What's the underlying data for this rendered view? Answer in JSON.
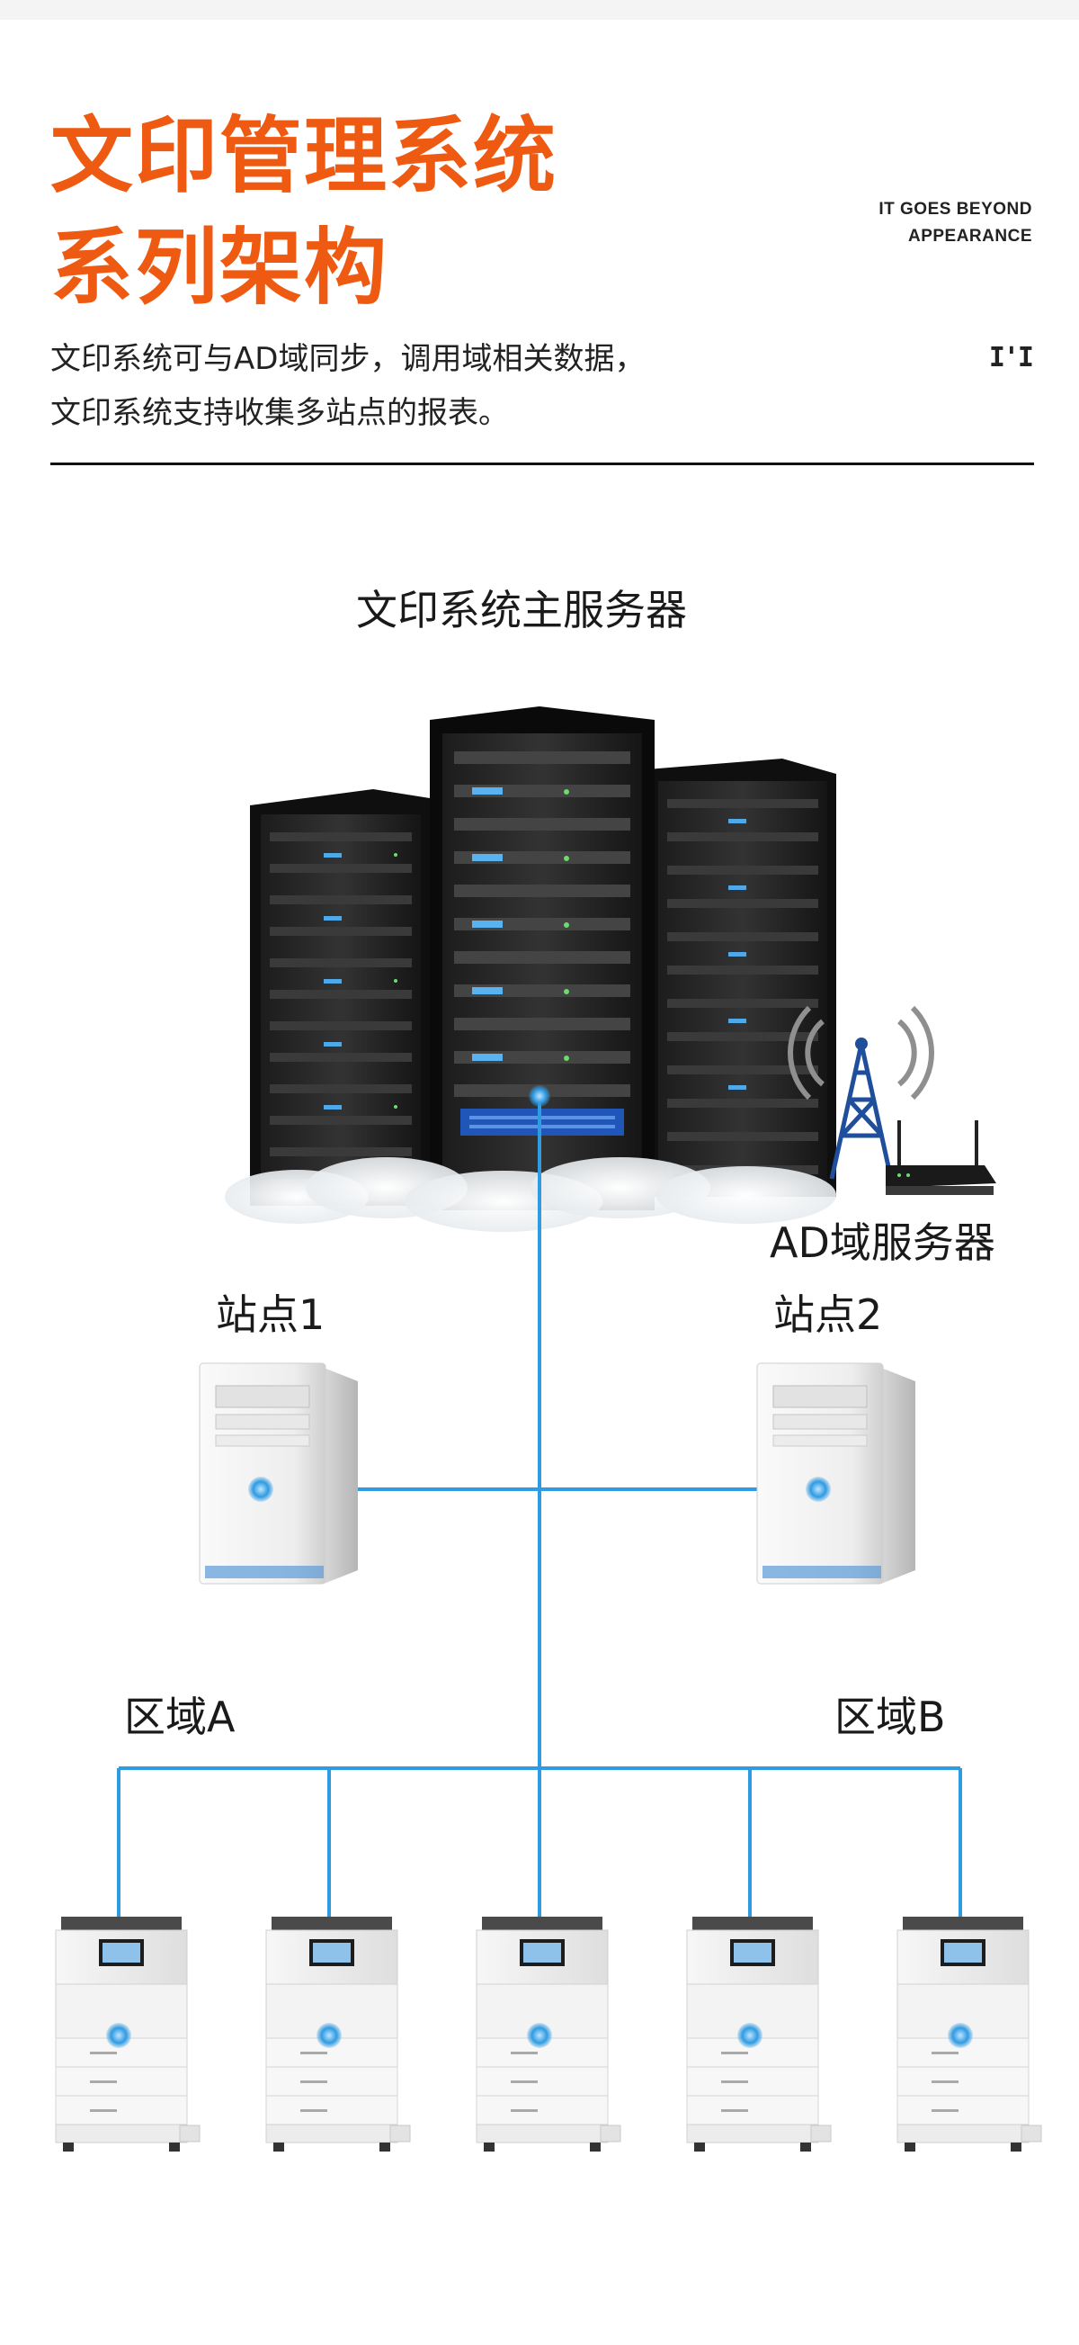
{
  "header": {
    "title_line1": "文印管理系统",
    "title_line2": "系列架构",
    "tagline_line1": "IT GOES BEYOND",
    "tagline_line2": "APPEARANCE",
    "tag_mark": "I'I",
    "desc_line1": "文印系统可与AD域同步，调用域相关数据，",
    "desc_line2": "文印系统支持收集多站点的报表。"
  },
  "diagram": {
    "main_server_label": "文印系统主服务器",
    "ad_server_label": "AD域服务器",
    "site1_label": "站点1",
    "site2_label": "站点2",
    "zone_a_label": "区域A",
    "zone_b_label": "区域B"
  },
  "colors": {
    "title": "#ee5a12",
    "connector": "#2f9be2",
    "text": "#1a1a1a"
  }
}
